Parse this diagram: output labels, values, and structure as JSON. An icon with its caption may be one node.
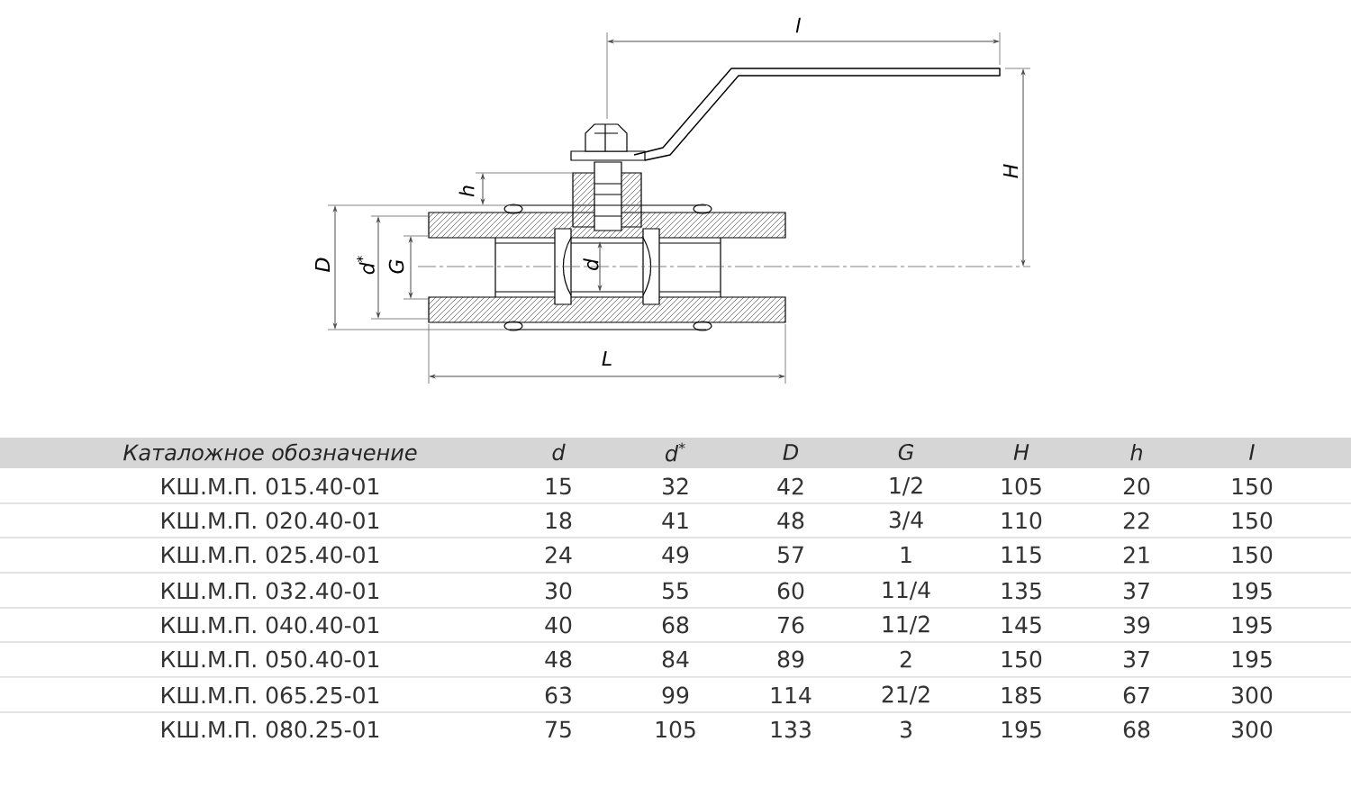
{
  "diagram": {
    "labels": [
      "l",
      "H",
      "h",
      "D",
      "d$^{*}$",
      "G",
      "d",
      "L",
      "Каталожное обозначение",
      "d",
      "d$^{*}$",
      "D",
      "G",
      "H",
      "h",
      "I",
      "КШ.М.П. 015.40-01",
      "15",
      "32",
      "42",
      "1/2",
      "105",
      "20",
      "150",
      "КШ.М.П. 020.40-01",
      "18",
      "41",
      "48",
      "3/4",
      "110",
      "22",
      "150",
      "КШ.М.П. 025.40-01",
      "24",
      "49",
      "57",
      "1",
      "115",
      "21",
      "150",
      "КШ.М.П. 032.40-01",
      "30",
      "55",
      "60",
      "11/4",
      "135",
      "37",
      "195",
      "КШ.М.П. 040.40-01",
      "40",
      "68",
      "76",
      "11/2",
      "145",
      "39",
      "195",
      "КШ.М.П. 050.40-01",
      "48",
      "84",
      "89",
      "2",
      "150",
      "37",
      "195",
      "КШ.М.П. 065.25-01",
      "63",
      "99",
      "114",
      "21/2",
      "185",
      "67",
      "300",
      "КШ.М.П. 080.25-01",
      "75",
      "105",
      "133",
      "3",
      "195",
      "68",
      "300"
    ]
  }
}
